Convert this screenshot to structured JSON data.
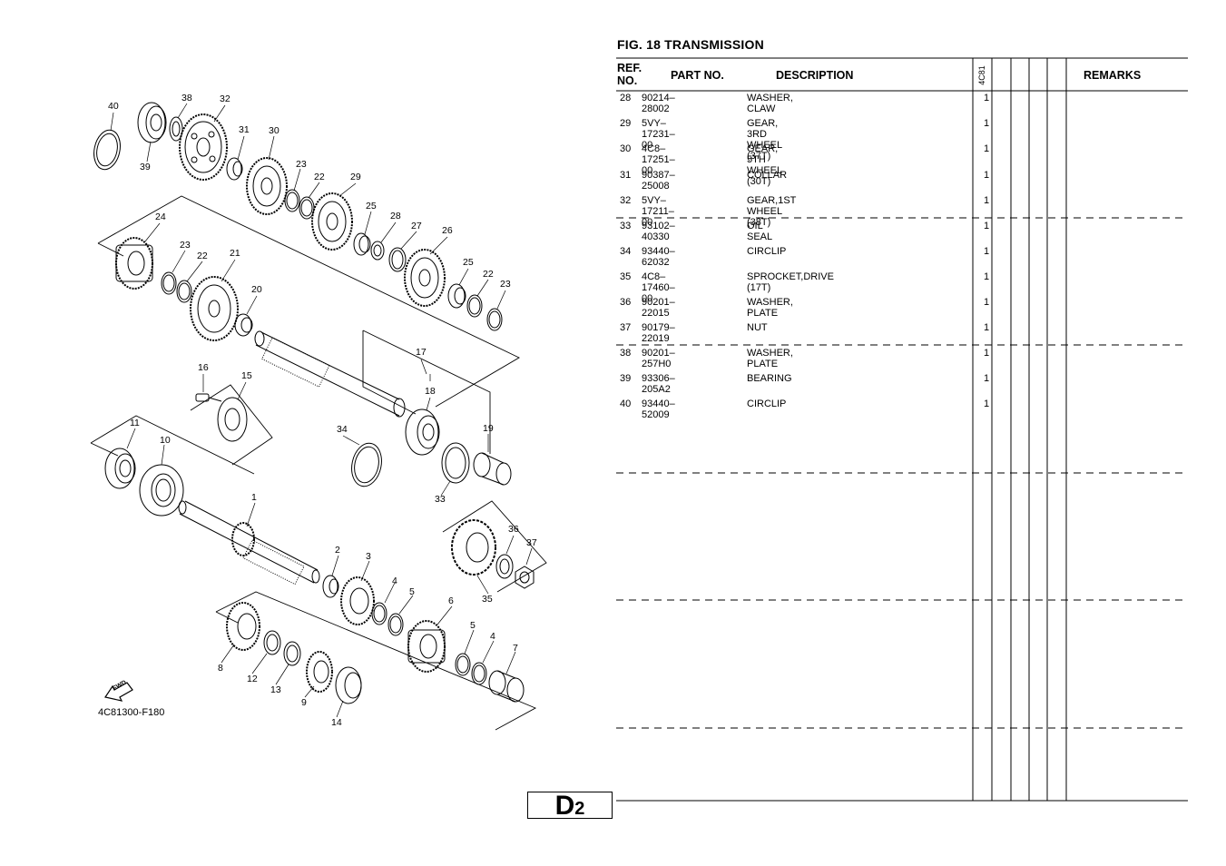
{
  "figure": {
    "title": "FIG.   18   TRANSMISSION",
    "drawing_code": "4C81300-F180",
    "fwd_label": "FWD"
  },
  "table": {
    "headers": {
      "ref": "REF.",
      "ref2": "NO.",
      "part": "PART NO.",
      "desc": "DESCRIPTION",
      "model": "4C81",
      "remarks": "REMARKS"
    },
    "rows": [
      {
        "ref": "28",
        "part": "90214–28002",
        "desc": "WASHER, CLAW",
        "qty": "1"
      },
      {
        "ref": "29",
        "part": "5VY–17231–00",
        "desc": "GEAR, 3RD WHEEL (37T)",
        "qty": "1"
      },
      {
        "ref": "30",
        "part": "4C8–17251–00",
        "desc": "GEAR, 5TH WHEEL (30T)",
        "qty": "1"
      },
      {
        "ref": "31",
        "part": "90387–25008",
        "desc": "COLLAR",
        "qty": "1"
      },
      {
        "ref": "32",
        "part": "5VY–17211–00",
        "desc": "GEAR,1ST WHEEL (38T)",
        "qty": "1"
      },
      {
        "ref": "33",
        "part": "93102–40330",
        "desc": "OIL SEAL",
        "qty": "1"
      },
      {
        "ref": "34",
        "part": "93440–62032",
        "desc": "CIRCLIP",
        "qty": "1"
      },
      {
        "ref": "35",
        "part": "4C8–17460–00",
        "desc": "SPROCKET,DRIVE (17T)",
        "qty": "1"
      },
      {
        "ref": "36",
        "part": "90201–22015",
        "desc": "WASHER, PLATE",
        "qty": "1"
      },
      {
        "ref": "37",
        "part": "90179–22019",
        "desc": "NUT",
        "qty": "1"
      },
      {
        "ref": "38",
        "part": "90201–257H0",
        "desc": "WASHER, PLATE",
        "qty": "1"
      },
      {
        "ref": "39",
        "part": "93306–205A2",
        "desc": "BEARING",
        "qty": "1"
      },
      {
        "ref": "40",
        "part": "93440–52009",
        "desc": "CIRCLIP",
        "qty": "1"
      }
    ]
  },
  "callouts": [
    "40",
    "38",
    "32",
    "39",
    "31",
    "30",
    "23",
    "22",
    "29",
    "24",
    "25",
    "28",
    "27",
    "26",
    "23",
    "22",
    "21",
    "25",
    "22",
    "23",
    "20",
    "17",
    "16",
    "15",
    "18",
    "11",
    "10",
    "34",
    "19",
    "33",
    "1",
    "36",
    "37",
    "2",
    "3",
    "4",
    "5",
    "35",
    "6",
    "5",
    "4",
    "7",
    "8",
    "12",
    "13",
    "9",
    "14"
  ],
  "page": {
    "section": "D",
    "number": "2"
  }
}
